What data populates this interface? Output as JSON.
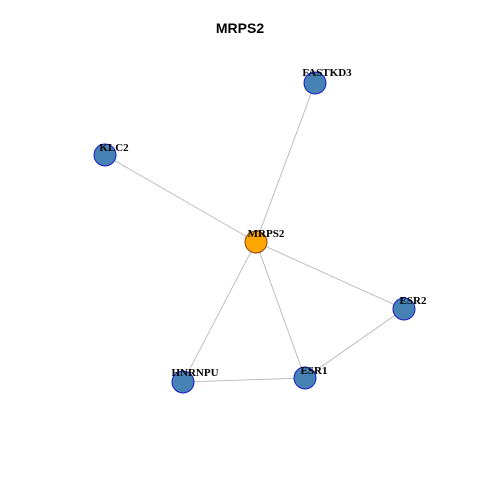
{
  "title": "MRPS2",
  "colors": {
    "hub_fill": "#FFA500",
    "hub_stroke": "#8B4513",
    "node_fill": "#4682B4",
    "node_stroke": "#1a1ac8",
    "edge": "#b0b0b0"
  },
  "nodes": [
    {
      "id": "MRPS2",
      "label": "MRPS2",
      "hub": true
    },
    {
      "id": "FASTKD3",
      "label": "FASTKD3",
      "hub": false
    },
    {
      "id": "KLC2",
      "label": "KLC2",
      "hub": false
    },
    {
      "id": "ESR2",
      "label": "ESR2",
      "hub": false
    },
    {
      "id": "ESR1",
      "label": "ESR1",
      "hub": false
    },
    {
      "id": "HNRNPU",
      "label": "HNRNPU",
      "hub": false
    }
  ],
  "edges": [
    [
      "MRPS2",
      "FASTKD3"
    ],
    [
      "MRPS2",
      "KLC2"
    ],
    [
      "MRPS2",
      "ESR2"
    ],
    [
      "MRPS2",
      "ESR1"
    ],
    [
      "MRPS2",
      "HNRNPU"
    ],
    [
      "ESR1",
      "ESR2"
    ],
    [
      "ESR1",
      "HNRNPU"
    ]
  ]
}
